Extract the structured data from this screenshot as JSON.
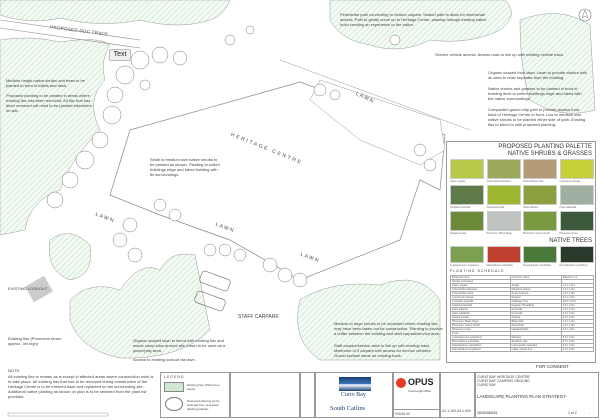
{
  "labels": {
    "track": "PROPOSED DOC TRACK",
    "text_button": "Text",
    "heritage_centre": "HERITAGE CENTRE",
    "lawn": "LAWN",
    "existing_lookout": "EXISTING LOOKOUT",
    "staff_carpark": "STAFF CARPARK",
    "for_consent": "FOR CONSENT"
  },
  "notes": {
    "pedestrian": "Pedestrian path connecting to visitors carpark. Sealed path to allow for wheelchair access. Path to gently curve up to Heritage Centre, passing through existing native bush creating an experience to the visitor.",
    "service": "Service vehicle access. Access road to link up with existing vehicle track.",
    "organic_front": "Organic shaped front lawn. Lawn to provide visitors with an area to relax separate from the building.",
    "native_shrubs": "Native shrubs and grasses to be planted in front of building deck to soften buildings edge and blend with the native surroundings.",
    "gravel_path": "Compacted gravel chip path to provide access from back of Heritage Centre to front. Low to medium size native shrubs to be planted either side of path. Existing flax to blend in with proposed planting.",
    "medium_height": "Medium height native shrubs and trees to be planted to front of toilets and deck.",
    "proposed_flax": "Proposed planting to be planted in areas where existing flax has been removed. All flax that has been removed will need to be planted elsewhere on site.",
    "small_medium": "Small to medium size native shrubs to be planted as shown. Planting to soften buildings edge and blend building with its surroundings.",
    "existing_flax": "Existing flax (Phormium tenax, approx. 3m high)",
    "organic_lawn": "Organic shaped lawn to blend with existing flax and manic camp sites around site. Lawn to be used as a picnic/play area.",
    "access_lookout": "Access to existing lookout via lawn.",
    "buffer": "Medium to large shrubs to be replanted where existing flax may have been taken out for construction. Planting to provide a buffer between the building and staff carpark/service area.",
    "staff_service": "Staff carpark/service area to link up with existing track. Maximum of 3 carpark with access for service vehicles. Gravel surface same as existing track.",
    "note_title": "NOTE:",
    "note_body": "All existing flax to remain as is except in affected areas where construction work is to take place. All existing flax that has to be removed during construction of the Heritage Centre is to be trimmed back and replanted on the surrounding site. Additional native planting as shown on plan is to be selected from the plant list provided."
  },
  "palette": {
    "title": "PROPOSED PLANTING PALETTE",
    "subtitle": "NATIVE SHRUBS & GRASSES",
    "trees_title": "NATIVE TREES",
    "shrubs": [
      "Carex virgata",
      "Chionochloa flavicans",
      "Chionochloa rubra",
      "Coprosma robusta",
      "Cordyline australis",
      "Griselinia lucida",
      "Hebe elliptica",
      "Hebe salicifolia",
      "Olearia lineata",
      "Phormium 'Black Rage'",
      "Phormium 'Green Dwarf'",
      "Phormium tenax"
    ],
    "trees": [
      "Leptospermum scoparium",
      "Metrosideros umbellata",
      "Pseudopanax crassifolius",
      "Dracophyllum longifolium"
    ]
  },
  "schedule": {
    "title": "PLANTING SCHEDULE",
    "headers": [
      "Botanical name",
      "Common name",
      "Mature h x w"
    ],
    "shrubs_heading": "Shrubs & Grasses",
    "shrubs": [
      [
        "Carex virgata",
        "Sedge",
        "1.0 x 1.0m"
      ],
      [
        "Chionochloa flavicans",
        "Miniature toetoe",
        "1.0 x 1.0m"
      ],
      [
        "Chionochloa rubra",
        "Snow Tussock",
        "1.0 x 1.0m"
      ],
      [
        "Coprosma robusta",
        "Karamu",
        "2.0 x 2.0m"
      ],
      [
        "Cordyline australis",
        "Cabbage Tree",
        "10.0 x 2.0m"
      ],
      [
        "Griselinia littoralis",
        "Kapuka / Broadleaf",
        "3.0 x 2.0m"
      ],
      [
        "Hebe elliptica",
        "Koromiko",
        "1.0 x 1.0m"
      ],
      [
        "Hebe salicifolia",
        "Koromiko",
        "2.0 x 2.0m"
      ],
      [
        "Olearia lineata",
        "Olearia",
        "2.0 x 2.0m"
      ],
      [
        "Phormium 'Black Rage'",
        "Black Flax",
        "1.0 x 1.0m"
      ],
      [
        "Phormium 'Green Dwarf'",
        "Dwarf Flax",
        "1.0 x 1.0m"
      ],
      [
        "Phormium tenax",
        "Harakeke/Flax",
        "3.0 x 2.0m"
      ]
    ],
    "trees_heading": "Trees",
    "trees": [
      [
        "Leptospermum scoparium",
        "Manuka",
        "5.0 x 3.0m"
      ],
      [
        "Metrosideros umbellata",
        "Southern rata",
        "8.0 x 4.0m"
      ],
      [
        "Pseudopanax crassifolius",
        "Lancewood / Horoeka",
        "6.0 x 2.0m"
      ],
      [
        "Dracophyllum longifolium",
        "Inaka / Grass tree",
        "4.0 x 2.0m"
      ]
    ]
  },
  "legend": {
    "title": "LEGEND",
    "existing_flax": "Existing Flax (Phormium tenax)",
    "proposed_planting": "Proposed planting (to be selected from proposed planting palette)"
  },
  "title_block": {
    "client_logo": "Curio Bay",
    "partner_logo": "South Catlins",
    "opus": "OPUS",
    "office": "Invercargill Office",
    "project_lines": [
      "CURIO BAY HERITAGE CENTRE",
      "CURIO BAY CAMPING GROUND",
      "CURIO BAY"
    ],
    "drawing_title": "LANDSCAPE PLANTING PLAN STRATEGY",
    "project_no": "V0040.00",
    "scale": "A1 1:100   A3 1:400",
    "drawing_no": "28/09/065/34",
    "sheet": "1 of 2",
    "revision": "-"
  },
  "colors": {
    "hatch": "#8fc79a",
    "line": "#777777",
    "opus_red": "#e53a24",
    "curio_blue": "#1a3e78"
  }
}
